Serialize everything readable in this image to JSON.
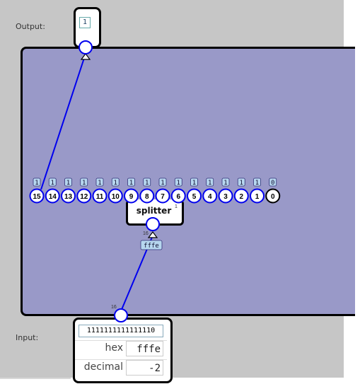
{
  "labels": {
    "output": "Output:",
    "input": "Input:"
  },
  "output_value": "1",
  "splitter": {
    "title": "splitter",
    "pins": [
      {
        "index": "15",
        "value": "1"
      },
      {
        "index": "14",
        "value": "1"
      },
      {
        "index": "13",
        "value": "1"
      },
      {
        "index": "12",
        "value": "1"
      },
      {
        "index": "11",
        "value": "1"
      },
      {
        "index": "10",
        "value": "1"
      },
      {
        "index": "9",
        "value": "1"
      },
      {
        "index": "8",
        "value": "1"
      },
      {
        "index": "7",
        "value": "1"
      },
      {
        "index": "6",
        "value": "1"
      },
      {
        "index": "5",
        "value": "1"
      },
      {
        "index": "4",
        "value": "1"
      },
      {
        "index": "3",
        "value": "1"
      },
      {
        "index": "2",
        "value": "1"
      },
      {
        "index": "1",
        "value": "1"
      },
      {
        "index": "0",
        "value": "0"
      }
    ],
    "input_width": "16",
    "bus_value": "fffe",
    "small_mark": "1"
  },
  "input": {
    "bits": "1111111111111110",
    "width": "16",
    "hex_label": "hex",
    "hex_value": "fffe",
    "decimal_label": "decimal",
    "decimal_value": "-2"
  },
  "colors": {
    "wire": "#0000ee",
    "circuit_bg": "#9999c8",
    "workspace": "#c6c6c6"
  }
}
